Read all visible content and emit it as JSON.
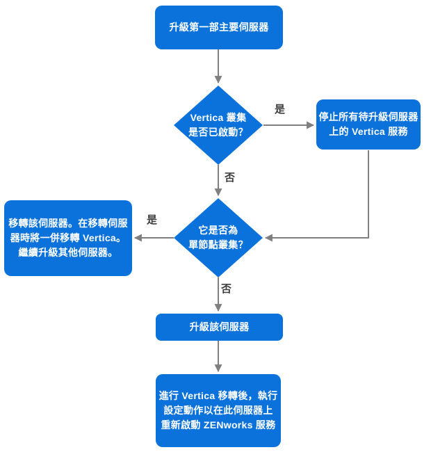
{
  "diagram": {
    "type": "flowchart",
    "colors": {
      "node_fill": "#0b72dc",
      "node_text": "#ffffff",
      "connector": "#7f7f7f",
      "edge_label_text": "#3d3d3d",
      "background": "#ffffff"
    },
    "nodes": {
      "upgrade_first_primary": {
        "shape": "rounded-rect",
        "text": "升級第一部主要伺服器"
      },
      "vertica_cluster_question": {
        "shape": "diamond",
        "lines": [
          "Vertica 叢集",
          "是否已啟動？"
        ]
      },
      "stop_vertica_services": {
        "shape": "rounded-rect",
        "lines": [
          "停止所有待升級伺服器",
          "上的 Vertica 服務"
        ]
      },
      "migrate_server": {
        "shape": "rounded-rect",
        "lines": [
          "移轉該伺服器。在移轉伺服",
          "器時將一併移轉 Vertica。",
          "繼續升級其他伺服器。"
        ]
      },
      "single_node_question": {
        "shape": "diamond",
        "lines": [
          "它是否為",
          "單節點叢集？"
        ]
      },
      "upgrade_server": {
        "shape": "rounded-rect",
        "text": "升級該伺服器"
      },
      "configure_restart": {
        "shape": "rounded-rect",
        "lines": [
          "進行 Vertica 移轉後，執行",
          "設定動作以在此伺服器上",
          "重新啟動 ZENworks 服務"
        ]
      }
    },
    "edge_labels": {
      "cluster_yes": "是",
      "cluster_no": "否",
      "single_node_yes": "是",
      "single_node_no": "否"
    }
  }
}
